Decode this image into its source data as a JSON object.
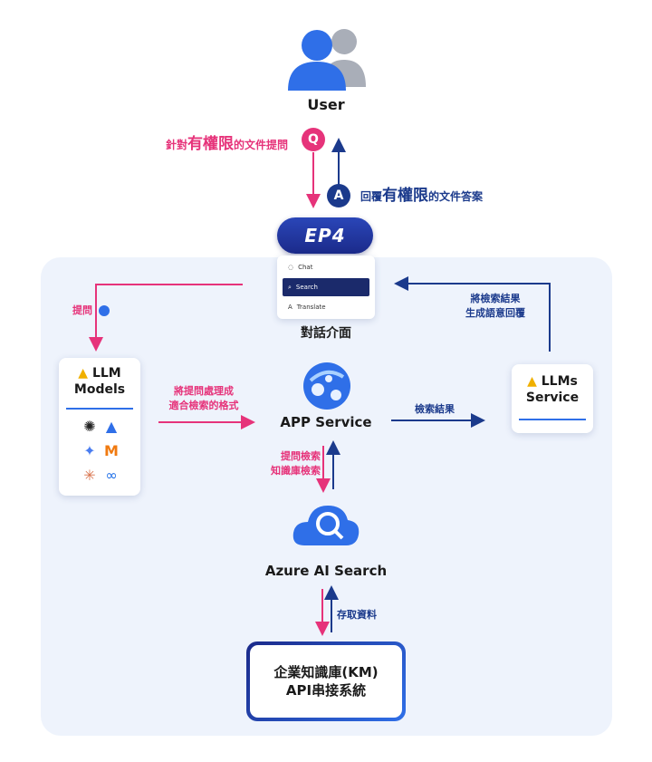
{
  "user": {
    "label": "User"
  },
  "question": {
    "badge": "Q",
    "prefix": "針對",
    "emphasis": "有權限",
    "suffix": "的文件提問"
  },
  "answer": {
    "badge": "A",
    "prefix": "回覆",
    "emphasis": "有權限",
    "suffix": "的文件答案"
  },
  "ep4": {
    "logo": "EP4",
    "menu": [
      {
        "label": "Chat",
        "icon": "chat-icon"
      },
      {
        "label": "Search",
        "icon": "search-icon",
        "active": true
      },
      {
        "label": "Translate",
        "icon": "translate-icon"
      }
    ],
    "caption": "對話介面"
  },
  "llm_models": {
    "title_line1": "LLM",
    "title_line2": "Models",
    "icons": [
      "openai-icon",
      "azure-icon",
      "gemini-icon",
      "mistral-icon",
      "claude-icon",
      "meta-icon"
    ]
  },
  "llms_service": {
    "title_line1": "LLMs",
    "title_line2": "Service"
  },
  "app_service": {
    "label": "APP Service"
  },
  "azure_search": {
    "label": "Azure AI Search"
  },
  "km": {
    "line1": "企業知識庫(KM)",
    "line2": "API串接系統"
  },
  "edges": {
    "ask": "提問",
    "reformat_line1": "將提問處理成",
    "reformat_line2": "適合檢索的格式",
    "search_results": "檢索結果",
    "semantic_line1": "將檢索結果",
    "semantic_line2": "生成語意回覆",
    "query_line1": "提問檢索",
    "query_line2": "知識庫檢索",
    "access": "存取資料"
  },
  "colors": {
    "pink": "#e6337a",
    "navy": "#1b3a8c",
    "blue": "#2f6fe8",
    "panel": "#eef3fc"
  }
}
